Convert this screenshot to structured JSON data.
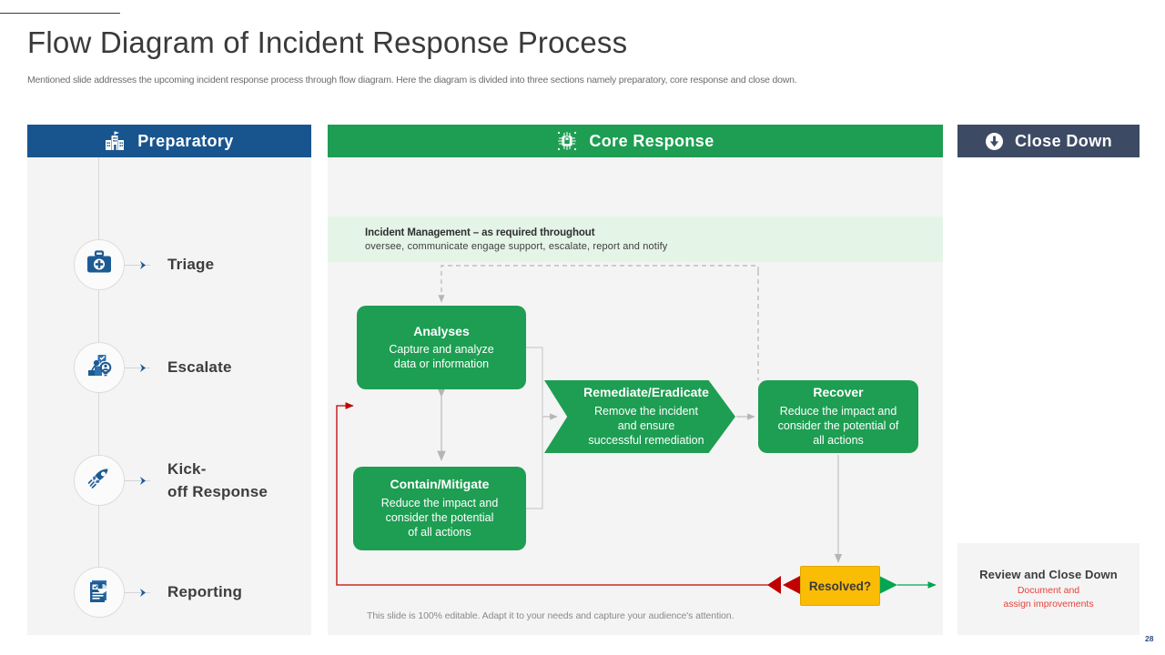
{
  "slide": {
    "title": "Flow Diagram of Incident Response Process",
    "subtitle": "Mentioned slide addresses the upcoming incident response process through flow diagram. Here the diagram is divided into three sections namely preparatory, core response and close down.",
    "footer_note": "This slide is 100% editable. Adapt it to your needs and capture your audience's attention.",
    "page_number": "28"
  },
  "colors": {
    "preparatory_header": "#18558f",
    "core_header": "#1d9e52",
    "close_header": "#3c4a63",
    "node_green": "#1d9e52",
    "decision_yellow": "#fbbc05",
    "no_arrow_red": "#c00000",
    "yes_arrow_green": "#00a650",
    "band_bg": "#e4f5e8",
    "panel_bg": "#f4f4f4",
    "close_sub_red": "#e8413a"
  },
  "preparatory": {
    "header": {
      "label": "Preparatory",
      "icon": "institution-building-icon"
    },
    "items": [
      {
        "label": "Triage",
        "icon": "medical-kit-icon"
      },
      {
        "label": "Escalate",
        "icon": "escalation-person-icon"
      },
      {
        "label": "Kick-\noff Response",
        "line1": "Kick-",
        "line2": "off Response",
        "icon": "rocket-icon"
      },
      {
        "label": "Reporting",
        "icon": "report-document-icon"
      }
    ]
  },
  "core_response": {
    "header": {
      "label": "Core Response",
      "icon": "secure-chip-icon"
    },
    "management_band": {
      "title": "Incident Management – as required throughout",
      "subtitle": "oversee,  communicate  engage  support,  escalate,  report  and  notify"
    },
    "nodes": [
      {
        "id": "analyses",
        "title": "Analyses",
        "desc_line1": "Capture and analyze",
        "desc_line2": "data or information",
        "shape": "rounded-rect"
      },
      {
        "id": "contain",
        "title": "Contain/Mitigate",
        "desc_line1": "Reduce the impact and",
        "desc_line2": "consider the potential",
        "desc_line3": "of all actions",
        "shape": "rounded-rect"
      },
      {
        "id": "remediate",
        "title": "Remediate/Eradicate",
        "desc_line1": "Remove the incident",
        "desc_line2": "and ensure",
        "desc_line3": "successful remediation",
        "shape": "chevron"
      },
      {
        "id": "recover",
        "title": "Recover",
        "desc_line1": "Reduce the impact and",
        "desc_line2": "consider the potential of",
        "desc_line3": "all actions",
        "shape": "rounded-rect"
      }
    ],
    "decision": {
      "label": "Resolved?",
      "shape": "rectangle"
    }
  },
  "close_down": {
    "header": {
      "label": "Close Down",
      "icon": "arrow-down-circle-icon"
    },
    "card": {
      "title": "Review and Close Down",
      "sub_line1": "Document and",
      "sub_line2": "assign improvements"
    }
  }
}
